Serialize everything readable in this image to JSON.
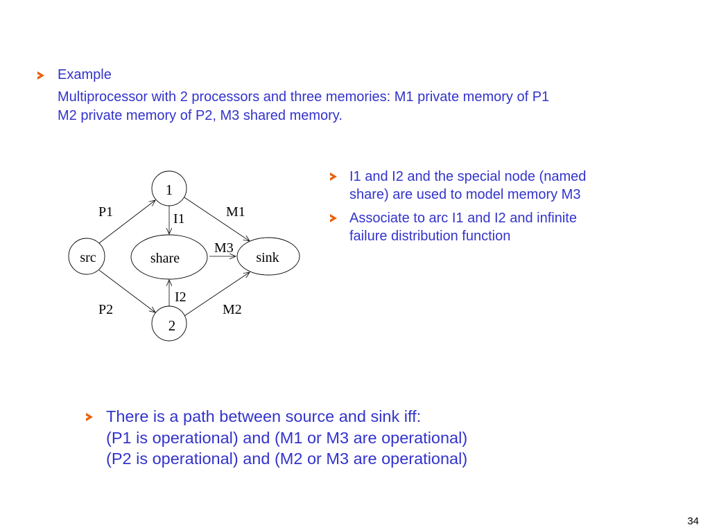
{
  "example": {
    "heading": "Example",
    "line1": "Multiprocessor with 2 processors and three memories: M1 private memory of P1",
    "line2": "M2 private memory of P2, M3 shared memory."
  },
  "side_bullets": [
    {
      "line1": "I1 and I2 and the special node (named",
      "line2": "share) are used to model memory M3"
    },
    {
      "line1": "Associate to arc I1 and I2 and infinite",
      "line2": "failure distribution function"
    }
  ],
  "diagram": {
    "nodes": {
      "n1": "1",
      "n2": "2",
      "src": "src",
      "share": "share",
      "sink": "sink"
    },
    "edges": {
      "p1": "P1",
      "p2": "P2",
      "m1": "M1",
      "m2": "M2",
      "m3": "M3",
      "i1": "I1",
      "i2": "I2"
    }
  },
  "conclusion": {
    "line1": "There is a path between source and sink iff:",
    "line2": "(P1 is operational) and (M1 or M3 are operational)",
    "line3": "(P2 is operational) and (M2 or M3 are operational)"
  },
  "page_number": "34",
  "colors": {
    "text": "#3333cc",
    "bullet": "#e8600c"
  }
}
